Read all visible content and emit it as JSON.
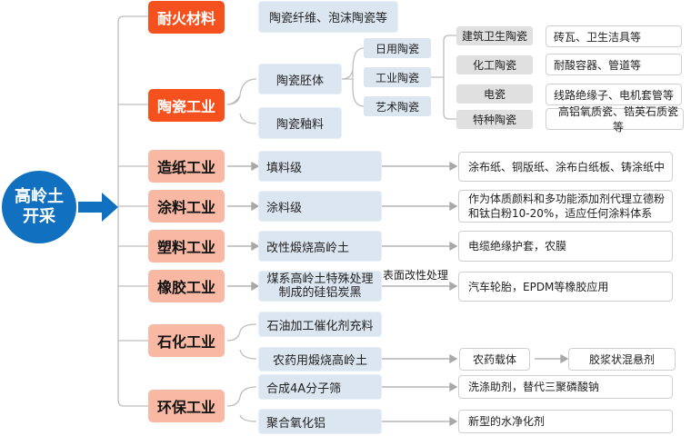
{
  "root": {
    "line1": "高岭土",
    "line2": "开采"
  },
  "categories": [
    {
      "label": "耐火材料"
    },
    {
      "label": "陶瓷工业"
    },
    {
      "label": "造纸工业"
    },
    {
      "label": "涂料工业"
    },
    {
      "label": "塑料工业"
    },
    {
      "label": "橡胶工业"
    },
    {
      "label": "石化工业"
    },
    {
      "label": "环保工业"
    }
  ],
  "refractory": {
    "item": "陶瓷纤维、泡沫陶瓷等"
  },
  "ceramics": {
    "body": "陶瓷胚体",
    "glaze": "陶瓷釉料",
    "types": [
      "日用陶瓷",
      "工业陶瓷",
      "艺术陶瓷"
    ],
    "industrial": [
      {
        "name": "建筑卫生陶瓷",
        "use": "砖瓦、卫生洁具等"
      },
      {
        "name": "化工陶瓷",
        "use": "耐酸容器、管道等"
      },
      {
        "name": "电瓷",
        "use": "线路绝缘子、电机套管等"
      },
      {
        "name": "特种陶瓷",
        "use": "高铝氧质瓷、锆英石质瓷等"
      }
    ]
  },
  "paper": {
    "grade": "填料级",
    "use": "涂布纸、铜版纸、涂布白纸板、铸涂纸中"
  },
  "coating": {
    "grade": "涂料级",
    "use": "作为体质颜料和多功能添加剂代理立德粉和钛白粉10-20%，适应任何涂料体系"
  },
  "plastic": {
    "grade": "改性煅烧高岭土",
    "use": "电缆绝缘护套，农膜"
  },
  "rubber": {
    "grade": "煤系高岭土特殊处理制成的硅铝炭黑",
    "process": "表面改性处理",
    "use": "汽车轮胎，EPDM等橡胶应用"
  },
  "petro": {
    "item1": "石油加工催化剂充料",
    "item2": "农药用煅烧高岭土",
    "carrier": "农药载体",
    "final": "胶浆状混悬剂"
  },
  "env": {
    "item1": "合成4A分子筛",
    "use1": "洗涤助剂，替代三聚磷酸钠",
    "item2": "聚合氧化铝",
    "use2": "新型的水净化剂"
  },
  "colors": {
    "root": "#1170C0",
    "primary": "#F5511E",
    "secondary": "#F8B8A3",
    "node": "#DCE6F1"
  }
}
